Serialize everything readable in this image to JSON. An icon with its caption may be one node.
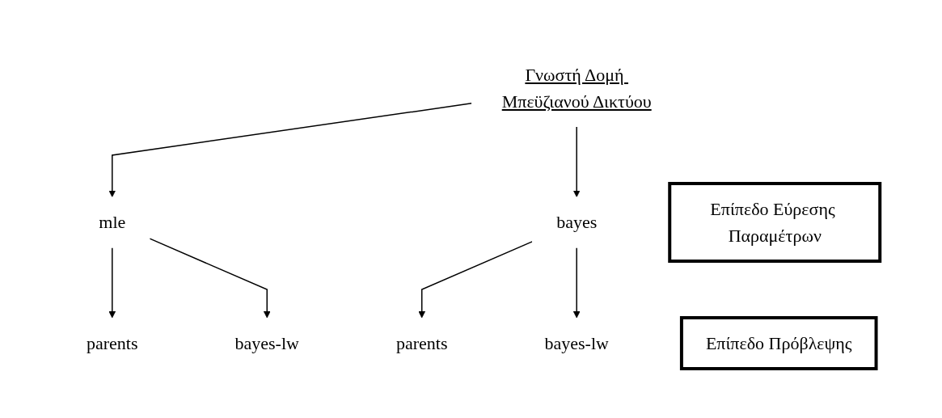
{
  "diagram": {
    "nodes": [
      {
        "text": [
          "Γνωστή Δομή Μπεϋζιανού Δικτύου"
        ]
      },
      {
        "text": [
          "mle"
        ]
      },
      {
        "text": [
          "bayes"
        ]
      },
      {
        "text": [
          "parents"
        ]
      },
      {
        "text": [
          "bayes-lw"
        ]
      },
      {
        "text": [
          "parents"
        ]
      },
      {
        "text": [
          "bayes-lw"
        ]
      },
      {
        "text": [
          "Επίπεδο Εύρεσης Παραμέτρων"
        ]
      },
      {
        "text": [
          "Επίπεδο Πρόβλεψης"
        ]
      }
    ],
    "edges": [
      {
        "from": 0,
        "to": 1,
        "arrow": "to"
      },
      {
        "from": 0,
        "to": 2,
        "arrow": "to"
      },
      {
        "from": 1,
        "to": 3,
        "arrow": "to"
      },
      {
        "from": 1,
        "to": 4,
        "arrow": "to"
      },
      {
        "from": 2,
        "to": 5,
        "arrow": "to"
      },
      {
        "from": 2,
        "to": 6,
        "arrow": "to"
      }
    ]
  }
}
